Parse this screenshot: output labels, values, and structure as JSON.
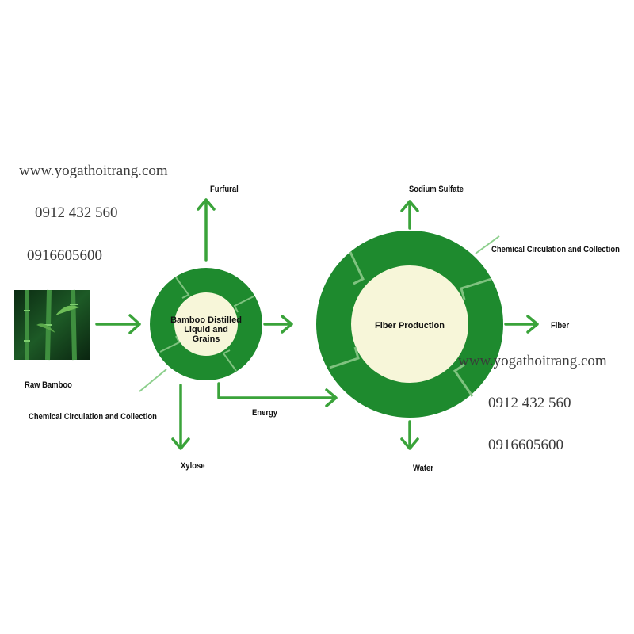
{
  "colors": {
    "green": "#1e8a2e",
    "arrow_green": "#3aa33a",
    "center_fill": "#f7f6d9",
    "watermark": "#3a3a3a"
  },
  "nodes": {
    "bamboo_distilled": "Bamboo Distilled\nLiquid and Grains",
    "fiber_production": "Fiber Production"
  },
  "labels": {
    "raw_bamboo": "Raw Bamboo",
    "furfural": "Furfural",
    "xylose": "Xylose",
    "energy": "Energy",
    "chemical_left": "Chemical Circulation and Collection",
    "chemical_right": "Chemical Circulation and Collection",
    "sodium_sulfate": "Sodium Sulfate",
    "fiber": "Fiber",
    "water": "Water"
  },
  "watermarks": {
    "website_1": "www.yogathoitrang.com",
    "phone_1a": "0912 432 560",
    "phone_1b": "0916605600",
    "website_2": "www.yogathoitrang.com",
    "phone_2a": "0912 432 560",
    "phone_2b": "0916605600"
  },
  "icons": {
    "raw_material": "bamboo-photo"
  }
}
